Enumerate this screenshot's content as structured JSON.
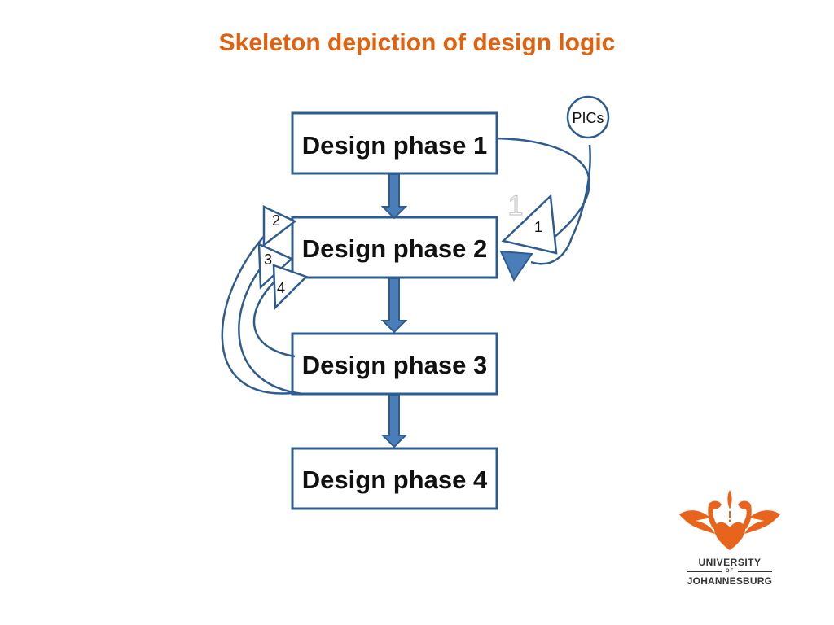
{
  "title": "Skeleton depiction of design logic",
  "phases": [
    {
      "label": "Design phase 1"
    },
    {
      "label": "Design phase 2"
    },
    {
      "label": "Design phase 3"
    },
    {
      "label": "Design phase 4"
    }
  ],
  "pics_label": "PICs",
  "loop_labels": [
    "1",
    "2",
    "3",
    "4"
  ],
  "ghost_label": "1",
  "logo": {
    "line1": "UNIVERSITY",
    "line2": "OF",
    "line3": "JOHANNESBURG"
  },
  "colors": {
    "title": "#e0610e",
    "box_border": "#2f5c8f",
    "arrow_fill": "#4a7ebb",
    "logo_orange": "#e8641c"
  }
}
